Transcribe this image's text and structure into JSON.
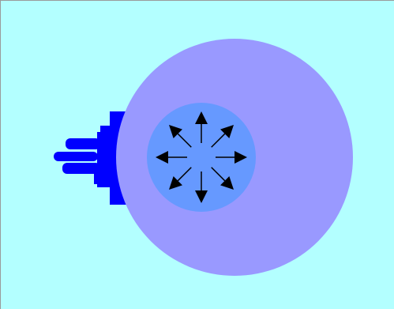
{
  "diagram": {
    "colors": {
      "background": "#b3ffff",
      "outer_circle": "#9999ff",
      "inner_circle": "#6699ff",
      "tool_body": "#0000ff",
      "arrow": "#000000"
    },
    "arrows": {
      "count": 8,
      "directions_deg": [
        0,
        45,
        90,
        135,
        180,
        225,
        270,
        315
      ]
    }
  }
}
